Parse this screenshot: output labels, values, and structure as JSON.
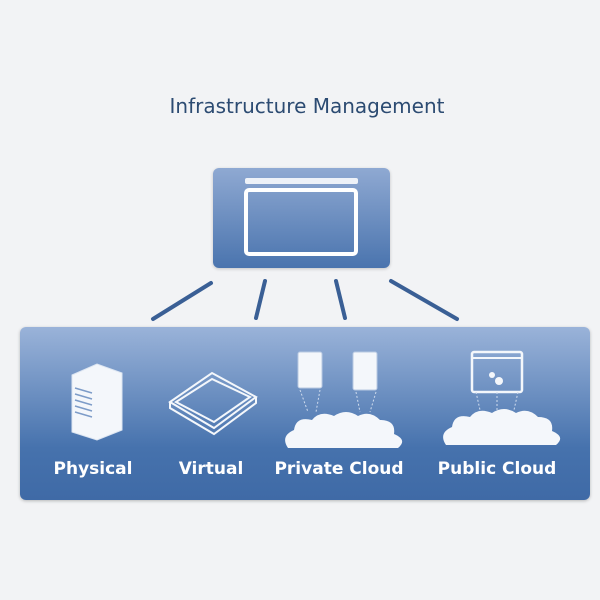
{
  "title": "Infrastructure Management",
  "nodes": [
    {
      "label": "Physical",
      "icon": "server-tower-icon"
    },
    {
      "label": "Virtual",
      "icon": "virtual-appliance-icon"
    },
    {
      "label": "Private Cloud",
      "icon": "private-cloud-icon"
    },
    {
      "label": "Public Cloud",
      "icon": "public-cloud-icon"
    }
  ],
  "colors": {
    "background": "#f2f3f5",
    "accent": "#4a74ae",
    "title": "#2c4b72",
    "connector": "#3a5f95"
  }
}
